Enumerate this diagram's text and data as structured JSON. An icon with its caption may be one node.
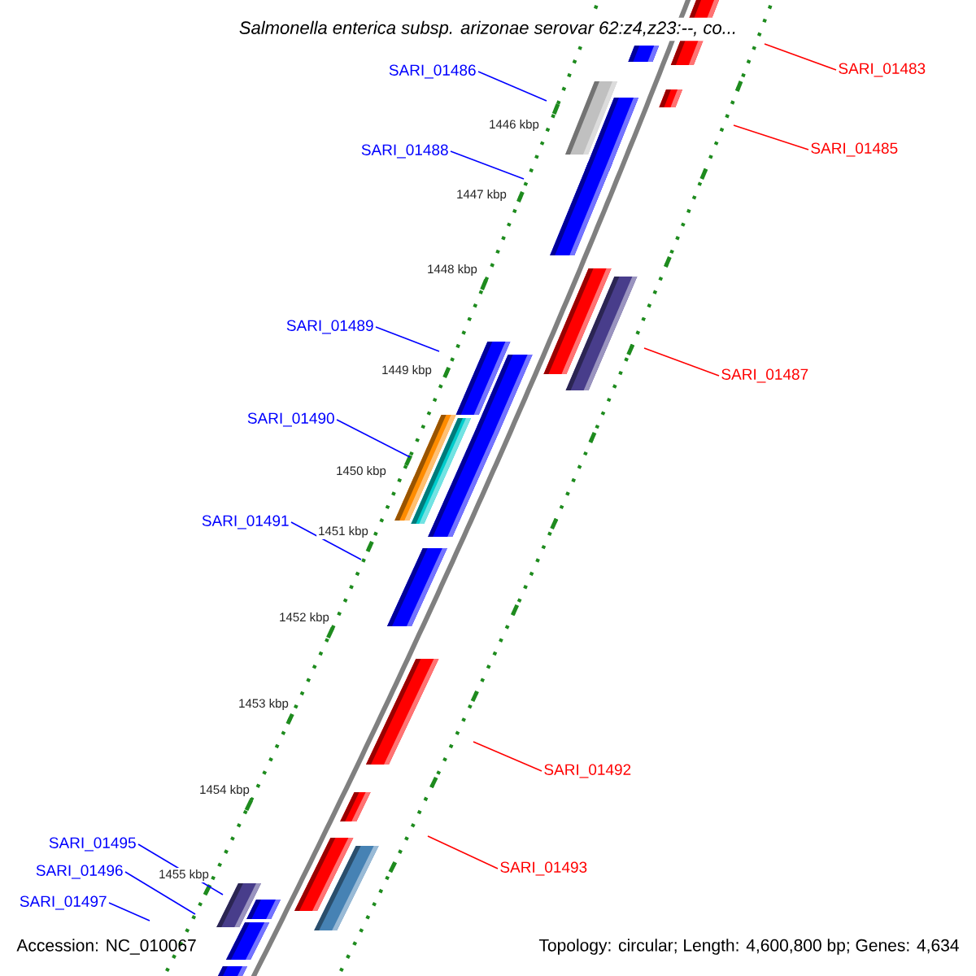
{
  "diagram": {
    "title": "*Salmonella enterica* subsp. *arizonae* serovar 62:z4,z23:--, co...",
    "nodes": [
      {
        "text": [
          "SARI_01486"
        ]
      },
      {
        "text": [
          "SARI_01483"
        ]
      },
      {
        "text": [
          "SARI_01488"
        ]
      },
      {
        "text": [
          "SARI_01485"
        ]
      },
      {
        "text": [
          "SARI_01489"
        ]
      },
      {
        "text": [
          "SARI_01487"
        ]
      },
      {
        "text": [
          "SARI_01490"
        ]
      },
      {
        "text": [
          "SARI_01491"
        ]
      },
      {
        "text": [
          "SARI_01492"
        ]
      },
      {
        "text": [
          "SARI_01495"
        ]
      },
      {
        "text": [
          "SARI_01496"
        ]
      },
      {
        "text": [
          "SARI_01493"
        ]
      },
      {
        "text": [
          "SARI_01497"
        ]
      }
    ],
    "edges": [
      {
        "from": 0,
        "to": null,
        "arrow": "none"
      },
      {
        "from": 1,
        "to": null,
        "arrow": "none",
        "color": "#ff0000"
      },
      {
        "from": 2,
        "to": null,
        "arrow": "none"
      },
      {
        "from": 3,
        "to": null,
        "arrow": "none",
        "color": "#ff0000"
      },
      {
        "from": 4,
        "to": null,
        "arrow": "none"
      },
      {
        "from": 5,
        "to": null,
        "arrow": "none",
        "color": "#ff0000"
      },
      {
        "from": 6,
        "to": null,
        "arrow": "none"
      },
      {
        "from": 7,
        "to": null,
        "arrow": "none"
      },
      {
        "from": 8,
        "to": null,
        "arrow": "none",
        "color": "#ff0000"
      },
      {
        "from": 9,
        "to": null,
        "arrow": "none"
      },
      {
        "from": 10,
        "to": null,
        "arrow": "none"
      },
      {
        "from": 11,
        "to": null,
        "arrow": "none",
        "color": "#ff0000"
      },
      {
        "from": 12,
        "to": null,
        "arrow": "none"
      }
    ],
    "labels": [
      "1446 kbp",
      "1447 kbp",
      "1448 kbp",
      "1449 kbp",
      "1450 kbp",
      "1451 kbp",
      "1452 kbp",
      "1453 kbp",
      "1454 kbp",
      "1455 kbp",
      "Accession: NC_010067",
      "Topology: circular; Length: 4,600,800 bp; Genes: 4,634"
    ]
  }
}
